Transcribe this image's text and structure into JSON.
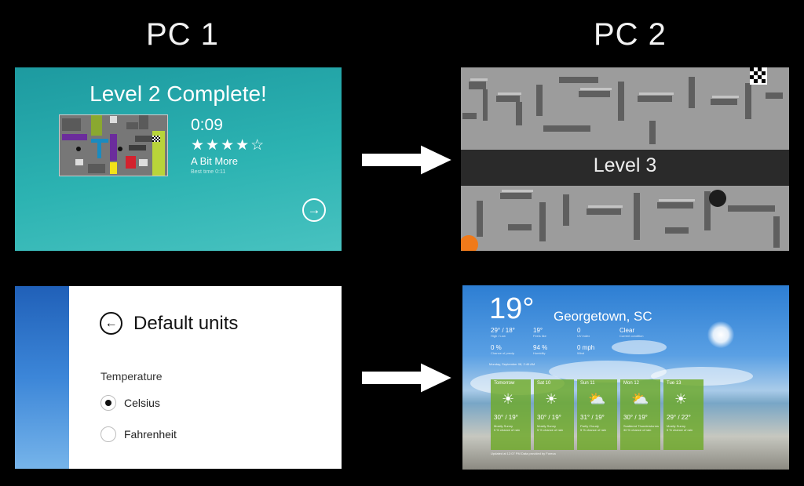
{
  "columns": {
    "left": "PC 1",
    "right": "PC 2"
  },
  "level_complete": {
    "title": "Level 2 Complete!",
    "time": "0:09",
    "stars": "★★★★☆",
    "rating": "A Bit More",
    "best_time": "Best time 0:11",
    "next_icon": "arrow-right-circle-icon"
  },
  "maze": {
    "title": "Level 3"
  },
  "settings": {
    "title": "Default units",
    "back_icon": "arrow-left-circle-icon",
    "section_label": "Temperature",
    "options": [
      {
        "label": "Celsius",
        "selected": true
      },
      {
        "label": "Fahrenheit",
        "selected": false
      }
    ]
  },
  "weather": {
    "temp": "19°",
    "city": "Georgetown, SC",
    "stats": [
      {
        "value": "29° / 18°",
        "label": "High / Low"
      },
      {
        "value": "19°",
        "label": "Feels like"
      },
      {
        "value": "0",
        "label": "UV index"
      },
      {
        "value": "Clear",
        "label": "Current condition"
      },
      {
        "value": "0 %",
        "label": "Chance of precip"
      },
      {
        "value": "94 %",
        "label": "Humidity"
      },
      {
        "value": "0 mph",
        "label": "Wind"
      }
    ],
    "updated_top": "Monday, September 08, 2:46 AM",
    "forecast": [
      {
        "day": "Tomorrow",
        "temp": "30° / 19°",
        "condition": "Mostly Sunny",
        "precip": "5 % chance of rain",
        "icon": "sun-icon"
      },
      {
        "day": "Sat 10",
        "temp": "30° / 19°",
        "condition": "Mostly Sunny",
        "precip": "5 % chance of rain",
        "icon": "sun-icon"
      },
      {
        "day": "Sun 11",
        "temp": "31° / 19°",
        "condition": "Partly Cloudy",
        "precip": "5 % chance of rain",
        "icon": "partly-cloudy-icon"
      },
      {
        "day": "Mon 12",
        "temp": "30° / 19°",
        "condition": "Scattered Thunderstorms",
        "precip": "30 % chance of rain",
        "icon": "partly-cloudy-icon"
      },
      {
        "day": "Tue 13",
        "temp": "29° / 22°",
        "condition": "Mostly Sunny",
        "precip": "5 % chance of rain",
        "icon": "sun-icon"
      }
    ],
    "updated_bottom": "Updated at 12:07 PM   Data provided by Foreca"
  },
  "colors": {
    "level_complete_bg": "#2cb3b2",
    "maze_bg": "#9a9a9a",
    "forecast_card": "#6eaa28",
    "settings_strip": "#3c86d8"
  }
}
